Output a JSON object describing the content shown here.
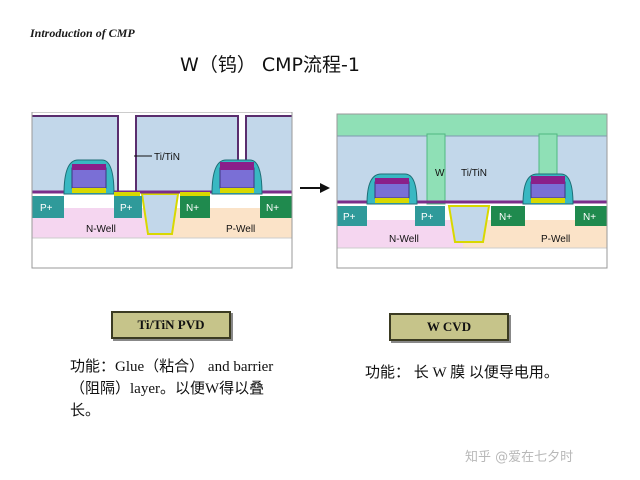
{
  "header": {
    "text": "Introduction of CMP"
  },
  "title": "W（钨） CMP流程-1",
  "left_diagram": {
    "labels": {
      "layer": "Ti/TiN",
      "p1": "P+",
      "p2": "P+",
      "n1": "N+",
      "n2": "N+",
      "nwell": "N-Well",
      "pwell": "P-Well"
    }
  },
  "right_diagram": {
    "labels": {
      "metal": "W",
      "layer": "Ti/TiN",
      "p1": "P+",
      "p2": "P+",
      "n1": "N+",
      "n2": "N+",
      "nwell": "N-Well",
      "pwell": "P-Well"
    }
  },
  "steps": [
    {
      "label": "Ti/TiN PVD",
      "caption": "功能：Glue（粘合） and barrier （阻隔）layer。以便W得以叠长。"
    },
    {
      "label": "W CVD",
      "caption": "功能： 长 W 膜 以便导电用。"
    }
  ],
  "watermark": "知乎 @爱在七夕时",
  "colors": {
    "oxide": "#c2d7ea",
    "oxide_edge": "#7f98b0",
    "tungsten": "#8fe0b6",
    "tungsten_dark": "#4fb880",
    "nwell": "#f5d6f0",
    "pwell": "#fbe3c8",
    "p_plus": "#2f9a9a",
    "n_plus": "#1f8a4e",
    "gate_top": "#8a1f8a",
    "gate_poly": "#7a6fd6",
    "spacer": "#39b8c2",
    "silicide": "#d8d800",
    "tin_line": "#5a2d6e",
    "label_box": "#c6c48a"
  }
}
